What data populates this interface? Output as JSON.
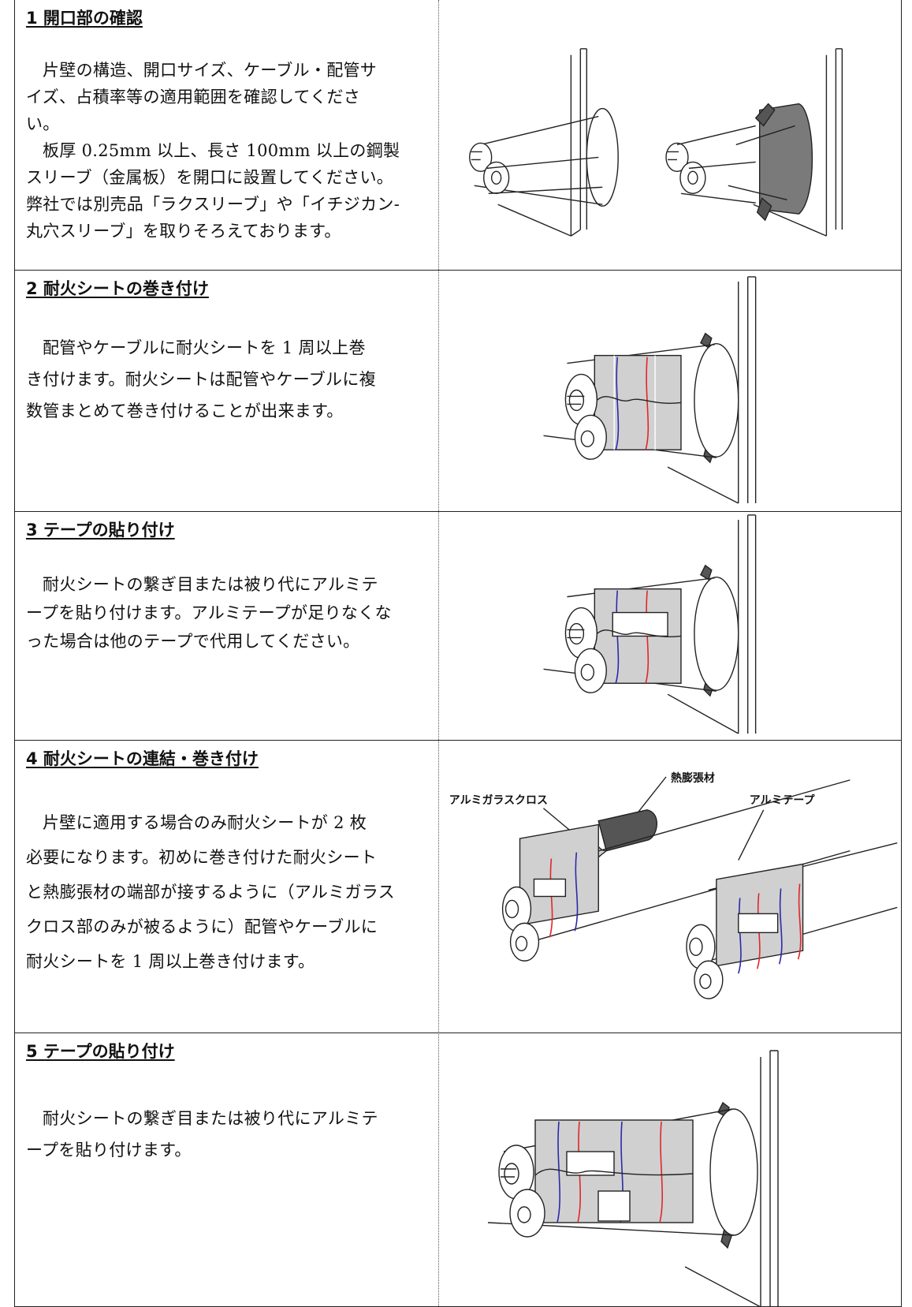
{
  "steps": [
    {
      "title": "1  開口部の確認",
      "paragraphs": [
        "片壁の構造、開口サイズ、ケーブル・配管サ\nイズ、占積率等の適用範囲を確認してくださ\nい。",
        "板厚 0.25mm 以上、長さ 100mm 以上の鋼製\nスリーブ（金属板）を開口に設置してください。\n弊社では別売品「ラクスリーブ」や「イチジカン-\n丸穴スリーブ」を取りそろえております。"
      ]
    },
    {
      "title": "2  耐火シートの巻き付け",
      "paragraphs": [
        "配管やケーブルに耐火シートを 1 周以上巻\nき付けます。耐火シートは配管やケーブルに複\n数管まとめて巻き付けることが出来ます。"
      ]
    },
    {
      "title": "3  テープの貼り付け",
      "paragraphs": [
        "耐火シートの繋ぎ目または被り代にアルミテ\nープを貼り付けます。アルミテープが足りなくな\nった場合は他のテープで代用してください。"
      ]
    },
    {
      "title": "4  耐火シートの連結・巻き付け",
      "paragraphs": [
        "片壁に適用する場合のみ耐火シートが 2 枚\n必要になります。初めに巻き付けた耐火シート\nと熱膨張材の端部が接するように（アルミガラス\nクロス部のみが被るように）配管やケーブルに\n耐火シートを 1 周以上巻き付けます。"
      ],
      "figure_labels": {
        "thermal": "熱膨張材",
        "glass_cloth": "アルミガラスクロス",
        "tape": "アルミテープ"
      }
    },
    {
      "title": "5  テープの貼り付け",
      "paragraphs": [
        "耐火シートの繋ぎ目または被り代にアルミテ\nープを貼り付けます。"
      ]
    }
  ],
  "colors": {
    "sheet_gray": "#d0d0d0",
    "sleeve_dark": "#7a7a7a",
    "band_red": "#e0262a",
    "band_blue": "#2a2aa8",
    "black_material": "#555555"
  }
}
